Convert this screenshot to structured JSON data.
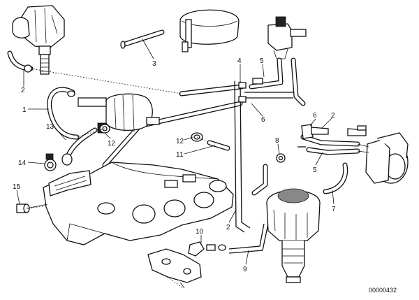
{
  "diagram": {
    "part_labels": [
      "1",
      "2",
      "3",
      "4",
      "5",
      "6",
      "7",
      "8",
      "9",
      "10",
      "11",
      "12",
      "13",
      "14",
      "15"
    ],
    "callouts": [
      {
        "id": "label-2-top-left",
        "text": "2"
      },
      {
        "id": "label-1",
        "text": "1"
      },
      {
        "id": "label-13",
        "text": "13"
      },
      {
        "id": "label-14",
        "text": "14"
      },
      {
        "id": "label-15",
        "text": "15"
      },
      {
        "id": "label-12-left",
        "text": "12"
      },
      {
        "id": "label-12-mid",
        "text": "12"
      },
      {
        "id": "label-11",
        "text": "11"
      },
      {
        "id": "label-3",
        "text": "3"
      },
      {
        "id": "label-4",
        "text": "4"
      },
      {
        "id": "label-5-top",
        "text": "5"
      },
      {
        "id": "label-6-top",
        "text": "6"
      },
      {
        "id": "label-8",
        "text": "8"
      },
      {
        "id": "label-2-right",
        "text": "2"
      },
      {
        "id": "label-6-mid",
        "text": "6"
      },
      {
        "id": "label-5-mid",
        "text": "5"
      },
      {
        "id": "label-7",
        "text": "7"
      },
      {
        "id": "label-2-bottom",
        "text": "2"
      },
      {
        "id": "label-10",
        "text": "10"
      },
      {
        "id": "label-9",
        "text": "9"
      }
    ],
    "reference_number": "00000432"
  }
}
